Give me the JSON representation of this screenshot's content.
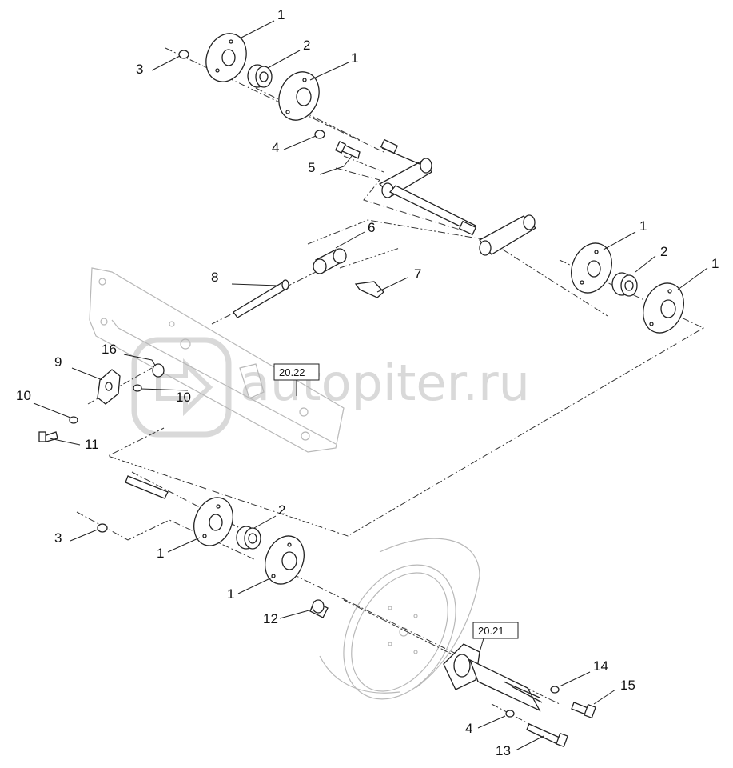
{
  "callouts": [
    {
      "id": "c1a",
      "text": "1"
    },
    {
      "id": "c2a",
      "text": "2"
    },
    {
      "id": "c1b",
      "text": "1"
    },
    {
      "id": "c3a",
      "text": "3"
    },
    {
      "id": "c4a",
      "text": "4"
    },
    {
      "id": "c5",
      "text": "5"
    },
    {
      "id": "c6",
      "text": "6"
    },
    {
      "id": "c7",
      "text": "7"
    },
    {
      "id": "c8",
      "text": "8"
    },
    {
      "id": "c1c",
      "text": "1"
    },
    {
      "id": "c2b",
      "text": "2"
    },
    {
      "id": "c1d",
      "text": "1"
    },
    {
      "id": "c9",
      "text": "9"
    },
    {
      "id": "c16",
      "text": "16"
    },
    {
      "id": "c10a",
      "text": "10"
    },
    {
      "id": "c10b",
      "text": "10"
    },
    {
      "id": "c11",
      "text": "11"
    },
    {
      "id": "c3b",
      "text": "3"
    },
    {
      "id": "c2c",
      "text": "2"
    },
    {
      "id": "c1e",
      "text": "1"
    },
    {
      "id": "c1f",
      "text": "1"
    },
    {
      "id": "c12",
      "text": "12"
    },
    {
      "id": "c14",
      "text": "14"
    },
    {
      "id": "c15",
      "text": "15"
    },
    {
      "id": "c4b",
      "text": "4"
    },
    {
      "id": "c13",
      "text": "13"
    }
  ],
  "references": {
    "ref_a": "20.22",
    "ref_b": "20.21"
  },
  "watermark": {
    "text": "autopiter.ru"
  },
  "colors": {
    "line": "#222222",
    "ghost": "#b8b8b8",
    "watermark": "#d9d9d9"
  }
}
